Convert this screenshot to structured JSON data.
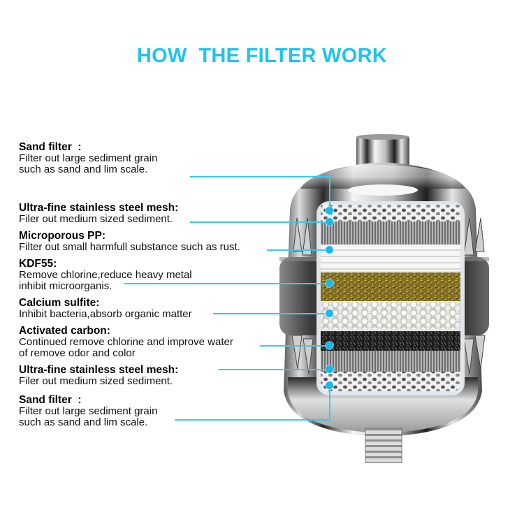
{
  "title": "HOW  THE FILTER WORK",
  "accent_color": "#1ec3f0",
  "connector_color": "#3cc8ea",
  "layers": [
    {
      "name": "Sand filter  :",
      "desc": [
        "Filter out large sediment grain",
        "such as sand and lim scale."
      ]
    },
    {
      "name": "Ultra-fine stainless steel mesh:",
      "desc": [
        "Filer out medium sized sediment."
      ]
    },
    {
      "name": "Microporous PP:",
      "desc": [
        "Filter out small harmfull substance such as rust."
      ]
    },
    {
      "name": "KDF55:",
      "desc": [
        "Remove chlorine,reduce heavy metal",
        "inhibit microorganis."
      ]
    },
    {
      "name": "Calcium sulfite:",
      "desc": [
        "Inhibit bacteria,absorb organic matter"
      ]
    },
    {
      "name": "Activated carbon:",
      "desc": [
        "Continued remove chlorine and improve water",
        "of remove odor and color"
      ]
    },
    {
      "name": "Ultra-fine stainless steel mesh:",
      "desc": [
        "Filer out medium sized sediment."
      ]
    },
    {
      "name": "Sand filter  :",
      "desc": [
        "Filter out large sediment grain",
        "such as sand and lim scale."
      ]
    }
  ],
  "product": {
    "name": "shower filter cutaway",
    "layer_colors": {
      "sand_filter": "#e8e8e8",
      "steel_mesh": "#8a8a8a",
      "microporous_pp": "#f2f2f2",
      "kdf55": "#8a7a2a",
      "calcium_sulfite": "#f0f0ec",
      "activated_carbon": "#2a2a2a"
    }
  }
}
